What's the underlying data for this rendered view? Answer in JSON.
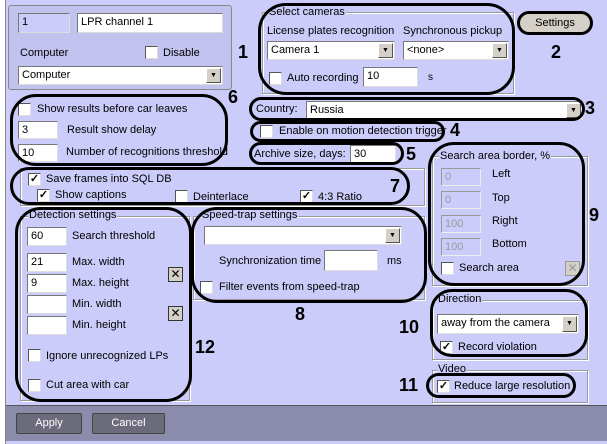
{
  "channel": {
    "id": "1",
    "name": "LPR channel 1",
    "computer_label": "Computer",
    "disable_label": "Disable",
    "computer_value": "Computer"
  },
  "cameras": {
    "legend": "Select cameras",
    "lpr_label": "License plates recognition",
    "sync_label": "Synchronous pickup",
    "lpr_value": "Camera 1",
    "sync_value": "<none>",
    "auto_recording_label": "Auto recording",
    "auto_recording_value": "10",
    "unit": "s"
  },
  "settings_button": "Settings",
  "country": {
    "label": "Country:",
    "value": "Russia"
  },
  "motion_trigger_label": "Enable on motion detection trigger",
  "archive": {
    "label": "Archive size, days:",
    "value": "30"
  },
  "results": {
    "show_before_leaves": "Show results before car leaves",
    "delay_value": "3",
    "delay_label": "Result show delay",
    "threshold_value": "10",
    "threshold_label": "Number of recognitions threshold"
  },
  "frames": {
    "save_sql": "Save frames into SQL DB",
    "show_captions": "Show captions",
    "deinterlace": "Deinterlace",
    "ratio": "4:3 Ratio"
  },
  "search_area": {
    "legend": "Search area border, %",
    "rows": [
      {
        "label": "Left",
        "value": "0"
      },
      {
        "label": "Top",
        "value": "0"
      },
      {
        "label": "Right",
        "value": "100"
      },
      {
        "label": "Bottom",
        "value": "100"
      }
    ],
    "checkbox": "Search area"
  },
  "detection": {
    "legend": "Detection settings",
    "search_threshold_value": "60",
    "search_threshold_label": "Search threshold",
    "max_width_value": "21",
    "max_width_label": "Max. width",
    "max_height_value": "9",
    "max_height_label": "Max. height",
    "min_width_value": "",
    "min_width_label": "Min. width",
    "min_height_value": "",
    "min_height_label": "Min. height",
    "ignore_label": "Ignore unrecognized LPs",
    "cut_label": "Cut area with car"
  },
  "speedtrap": {
    "legend": "Speed-trap settings",
    "combo_value": "",
    "sync_label": "Synchronization time",
    "sync_value": "",
    "unit": "ms",
    "filter_label": "Filter events from speed-trap"
  },
  "direction": {
    "legend": "Direction",
    "value": "away from the camera",
    "record_violation": "Record violation"
  },
  "video": {
    "legend": "Video",
    "reduce": "Reduce large resolution"
  },
  "footer": {
    "apply": "Apply",
    "cancel": "Cancel"
  },
  "callouts": [
    "1",
    "2",
    "3",
    "4",
    "5",
    "6",
    "7",
    "8",
    "9",
    "10",
    "11",
    "12"
  ]
}
